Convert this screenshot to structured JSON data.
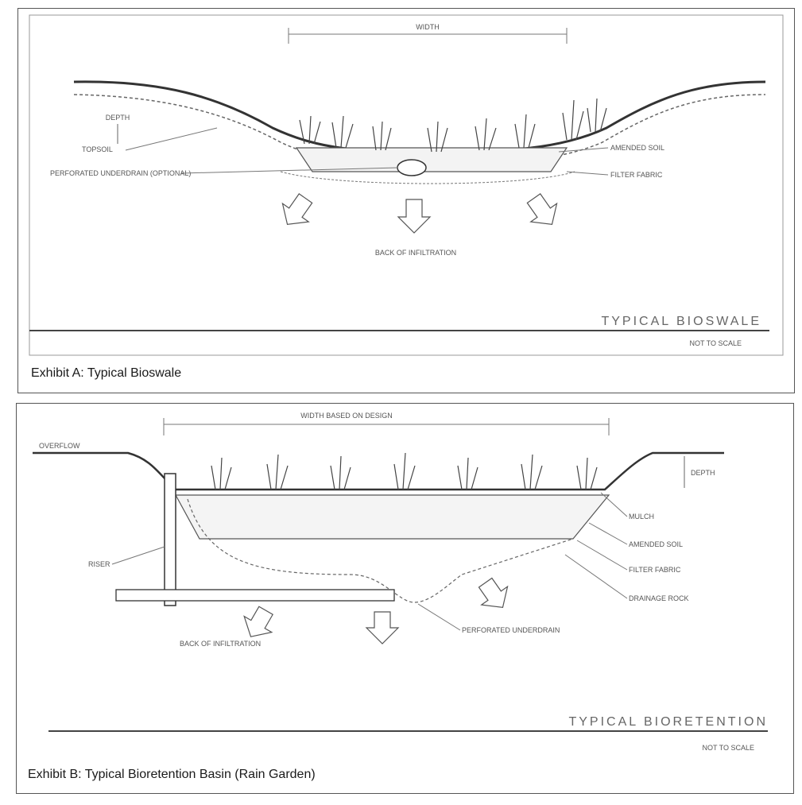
{
  "exhibit_a": {
    "caption": "Exhibit A: Typical Bioswale",
    "title_block": "TYPICAL BIOSWALE",
    "scale_note": "NOT TO SCALE",
    "labels": {
      "width": "WIDTH",
      "depth": "DEPTH",
      "topsoil": "TOPSOIL",
      "perforated_underdrain": "PERFORATED UNDERDRAIN (OPTIONAL)",
      "amended_soil": "AMENDED SOIL",
      "filter_fabric": "FILTER FABRIC",
      "infiltration": "BACK OF INFILTRATION"
    }
  },
  "exhibit_b": {
    "caption": "Exhibit B: Typical Bioretention Basin (Rain Garden)",
    "title_block": "TYPICAL BIORETENTION",
    "scale_note": "NOT TO SCALE",
    "labels": {
      "width": "WIDTH BASED ON DESIGN",
      "overflow": "OVERFLOW",
      "depth": "DEPTH",
      "riser": "RISER",
      "mulch": "MULCH",
      "amended_soil": "AMENDED SOIL",
      "filter_fabric": "FILTER FABRIC",
      "drainage_rock": "DRAINAGE ROCK",
      "infiltration": "BACK OF INFILTRATION",
      "underdrain": "PERFORATED UNDERDRAIN"
    }
  }
}
